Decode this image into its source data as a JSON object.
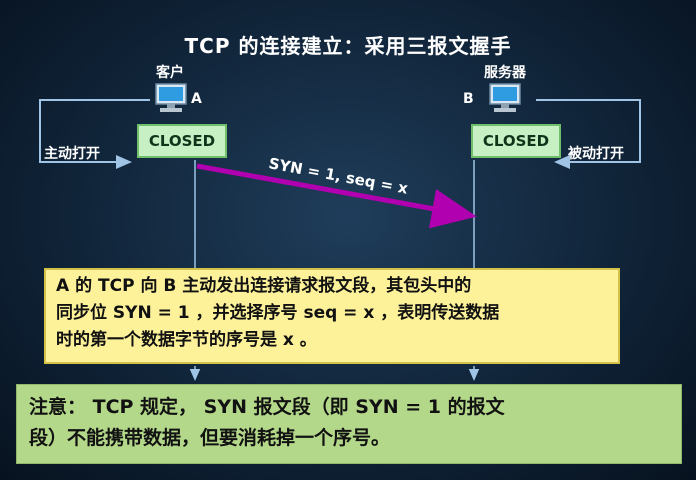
{
  "title": "TCP  的连接建立：采用三报文握手",
  "client": {
    "label": "客户",
    "id": "A",
    "state": "CLOSED",
    "action": "主动打开"
  },
  "server": {
    "label": "服务器",
    "id": "B",
    "state": "CLOSED",
    "action": "被动打开"
  },
  "message": "SYN = 1, seq = x",
  "explanation": {
    "line1": "A  的  TCP  向  B  主动发出连接请求报文段，其包头中的",
    "line2": "同步位  SYN = 1 ，并选择序号  seq = x ，表明传送数据",
    "line3": "时的第一个数据字节的序号是  x 。"
  },
  "note": {
    "line1": "注意： TCP 规定， SYN  报文段（即 SYN = 1 的报文",
    "line2": "段）不能携带数据，但要消耗掉一个序号。"
  },
  "colors": {
    "arrow": "#b000b0",
    "closed_fill": "#c7f0c4",
    "explain_fill": "#fdf29a",
    "note_fill": "#b4d88a"
  }
}
